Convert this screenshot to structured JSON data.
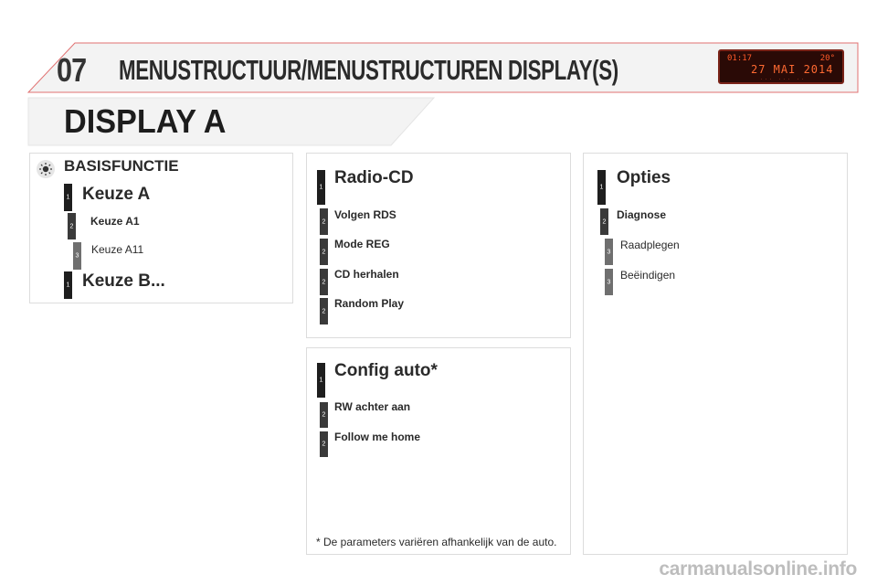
{
  "header": {
    "chapter_number": "07",
    "title": "MENUSTRUCTUUR/MENUSTRUCTUREN DISPLAY(S)",
    "display_image": {
      "time": "01:17",
      "temperature": "20°",
      "date": "27 MAI 2014",
      "small_text": "... ... .."
    }
  },
  "display_title": "DISPLAY A",
  "panels": {
    "basisfunctie": {
      "icon": "brightness-icon",
      "heading": "BASISFUNCTIE",
      "items": [
        {
          "level": "1",
          "label": "Keuze A"
        },
        {
          "level": "2",
          "label": "Keuze A1"
        },
        {
          "level": "3",
          "label": "Keuze A11"
        },
        {
          "level": "1",
          "label": "Keuze B..."
        }
      ]
    },
    "radio_cd": {
      "items": [
        {
          "level": "1",
          "label": "Radio-CD"
        },
        {
          "level": "2",
          "label": "Volgen RDS"
        },
        {
          "level": "2",
          "label": "Mode REG"
        },
        {
          "level": "2",
          "label": "CD herhalen"
        },
        {
          "level": "2",
          "label": "Random Play"
        }
      ]
    },
    "config_auto": {
      "items": [
        {
          "level": "1",
          "label": "Config auto*"
        },
        {
          "level": "2",
          "label": "RW achter aan"
        },
        {
          "level": "2",
          "label": "Follow me home"
        }
      ],
      "footnote": "* De parameters variëren afhankelijk van de auto."
    },
    "opties": {
      "items": [
        {
          "level": "1",
          "label": "Opties"
        },
        {
          "level": "2",
          "label": "Diagnose"
        },
        {
          "level": "3",
          "label": "Raadplegen"
        },
        {
          "level": "3",
          "label": "Beëindigen"
        }
      ]
    }
  },
  "watermark": "carmanualsonline.info",
  "colors": {
    "header_border": "#d9262a",
    "level1": "#1e1e1e",
    "level2": "#3a3a3a",
    "level3": "#6f6f6f",
    "lcd_text": "#ff5a2a"
  }
}
